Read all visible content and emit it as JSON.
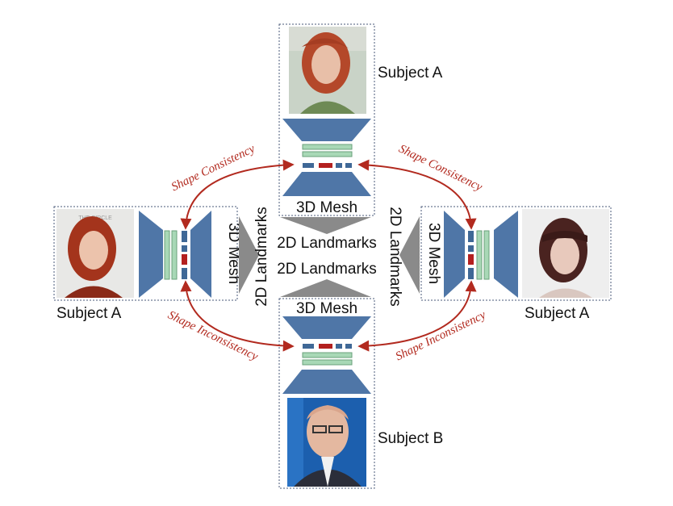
{
  "labels": {
    "subject_top": "Subject A",
    "subject_left": "Subject A",
    "subject_right": "Subject A",
    "subject_bottom": "Subject B",
    "mesh_top": "3D Mesh",
    "mesh_bottom": "3D Mesh",
    "mesh_left": "3D Mesh",
    "mesh_right": "3D Mesh",
    "landmarks_center_top": "2D Landmarks",
    "landmarks_center_bottom": "2D Landmarks",
    "landmarks_left": "2D Landmarks",
    "landmarks_right": "2D Landmarks",
    "consistency_left": "Shape Consistency",
    "consistency_right": "Shape Consistency",
    "inconsistency_left": "Shape Inconsistency",
    "inconsistency_right": "Shape Inconsistency"
  },
  "colors": {
    "encoder": "#4f76a7",
    "feature": "#a8d8b6",
    "feature_border": "#6aa07b",
    "code_blue": "#3f6896",
    "code_red": "#b3201f",
    "arrow_red": "#b22a1f",
    "landmark_arrow": "#8a8a8a",
    "panel_border": "#4a5a78"
  }
}
